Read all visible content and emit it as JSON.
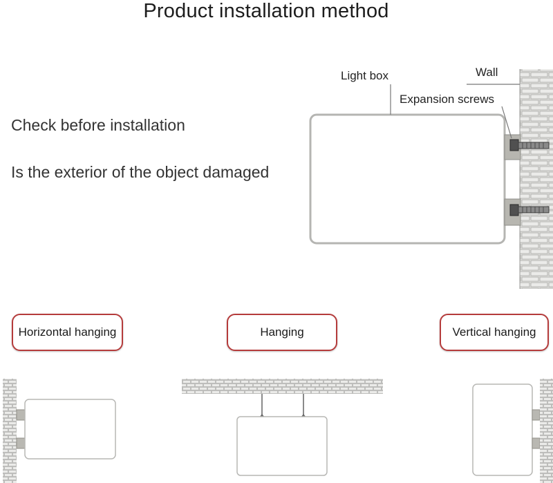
{
  "header": {
    "title": "Product installation method"
  },
  "notes": {
    "check": "Check before installation",
    "question": "Is the exterior of the object damaged"
  },
  "main_diagram": {
    "light_box_label": "Light box",
    "wall_label": "Wall",
    "screws_label": "Expansion screws"
  },
  "methods": [
    {
      "label": "Horizontal hanging"
    },
    {
      "label": "Hanging"
    },
    {
      "label": "Vertical hanging"
    }
  ],
  "colors": {
    "pill_border": "#b53b3b",
    "brick_fill": "#e2e2e0",
    "mortar": "#a9a9a6",
    "box_stroke": "#b5b5b2",
    "bracket": "#b7b6b0"
  }
}
